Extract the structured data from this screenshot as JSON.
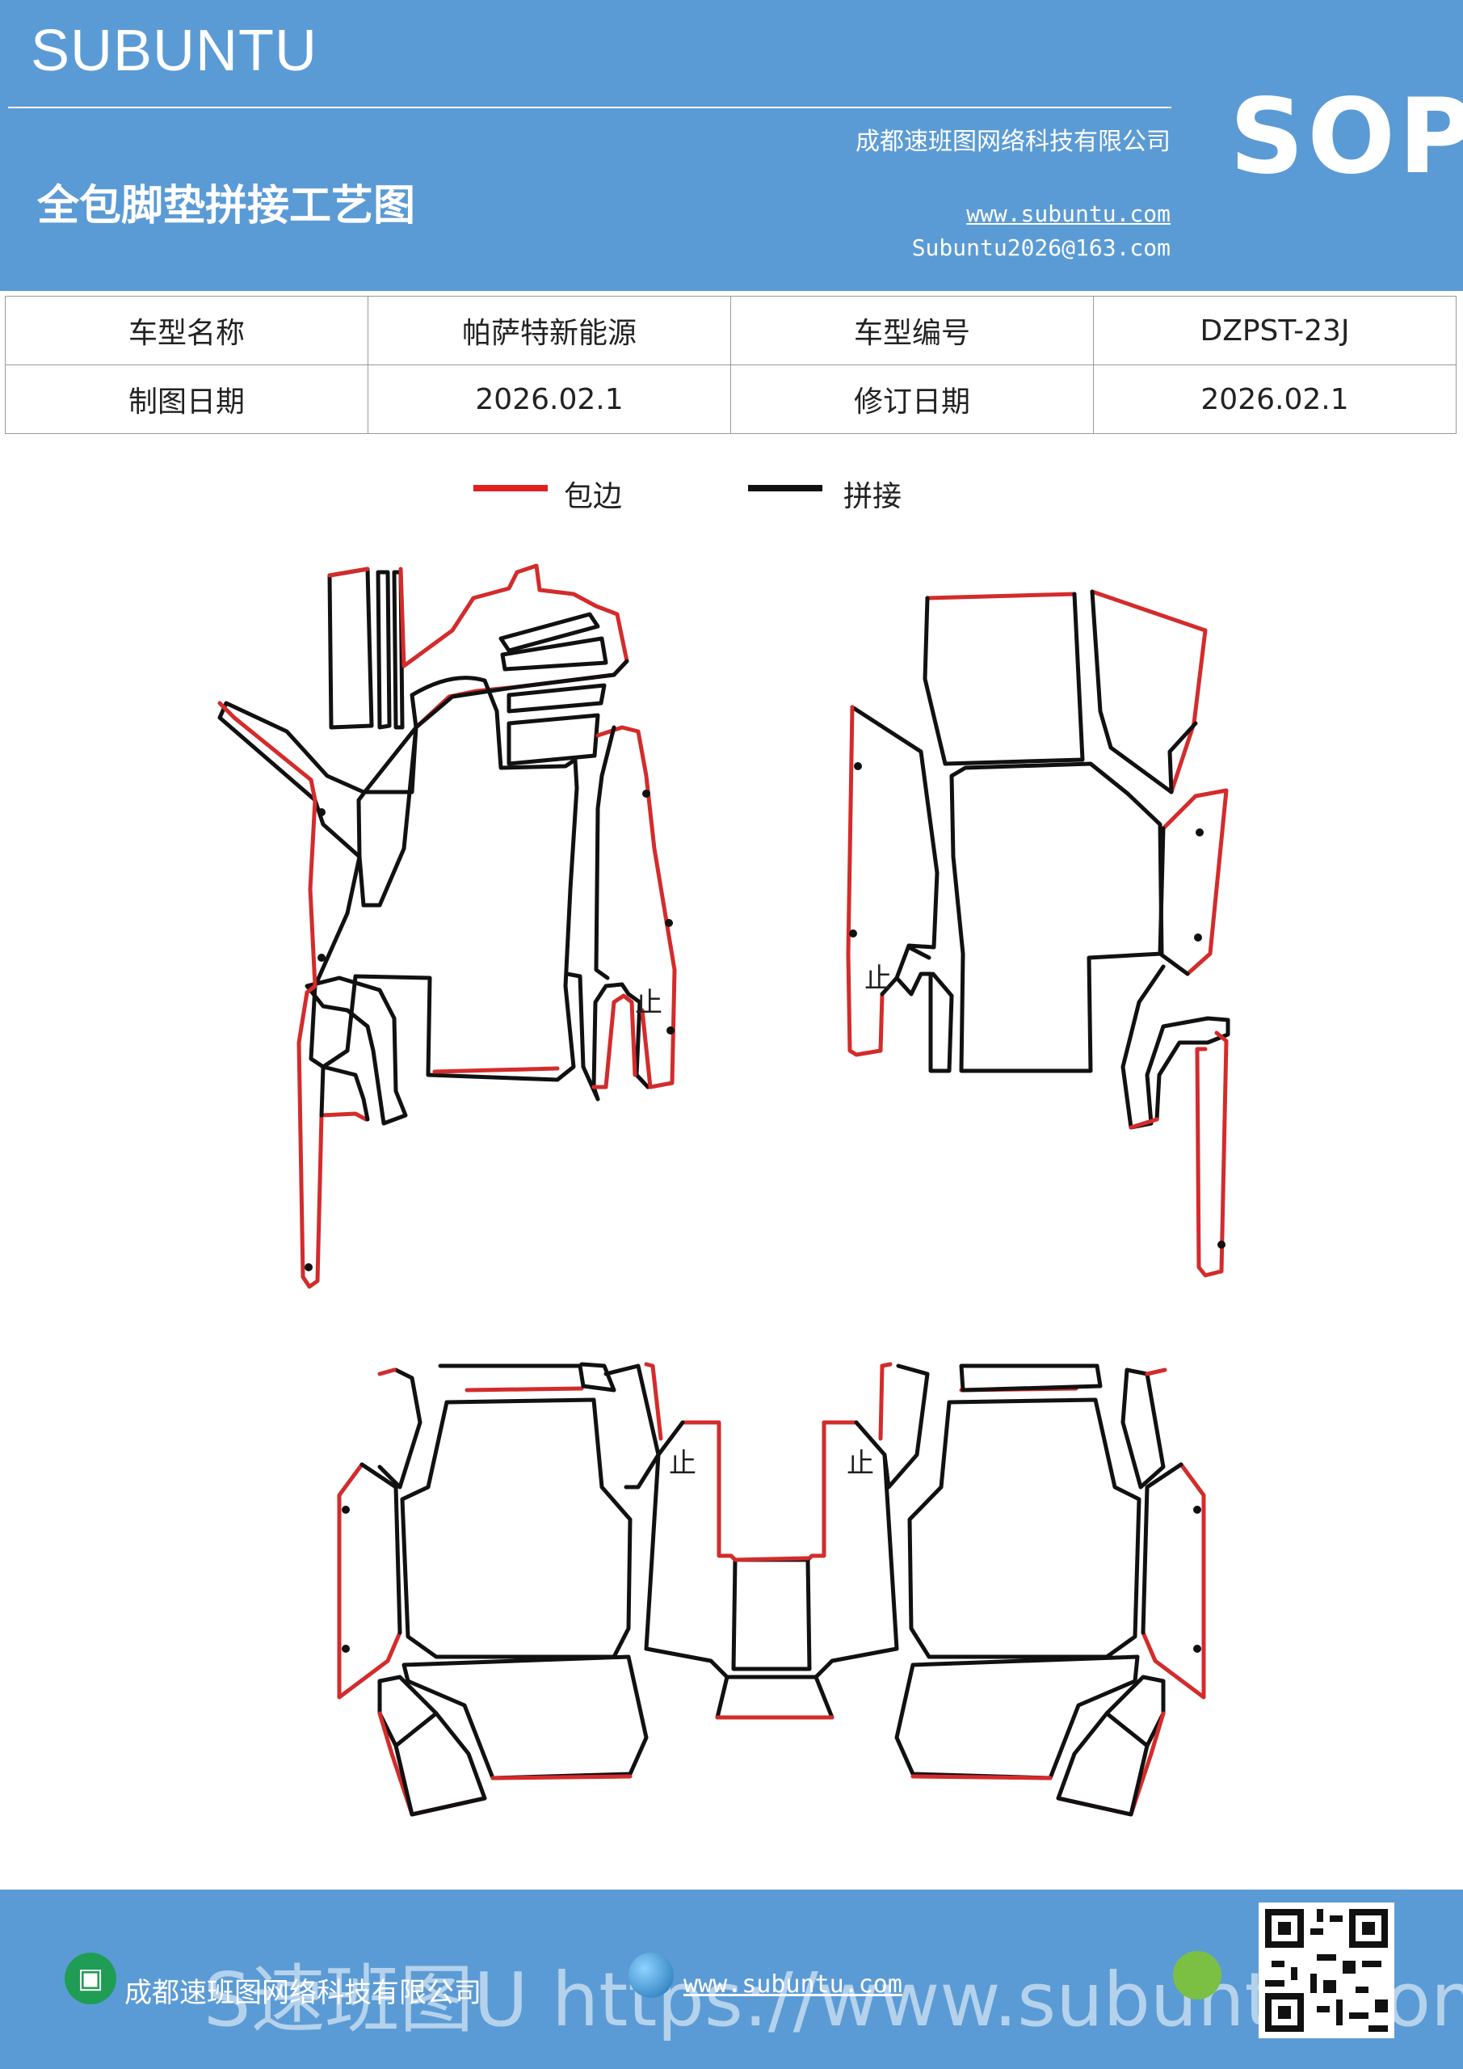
{
  "header": {
    "brand": "SUBUNTU",
    "doc_title": "全包脚垫拼接工艺图",
    "company": "成都速班图网络科技有限公司",
    "website": "www.subuntu.com",
    "email": "Subuntu2026@163.com",
    "badge": "SOP"
  },
  "info_table": {
    "rows": [
      [
        "车型名称",
        "帕萨特新能源",
        "车型编号",
        "DZPST-23J"
      ],
      [
        "制图日期",
        "2026.02.1",
        "修订日期",
        "2026.02.1"
      ]
    ]
  },
  "legend": {
    "items": [
      {
        "label": "包边",
        "color": "#e02020"
      },
      {
        "label": "拼接",
        "color": "#111111"
      }
    ]
  },
  "drawing": {
    "stop_mark": "止",
    "colors": {
      "edge": "#d42b2b",
      "seam": "#111111"
    }
  },
  "footer": {
    "company": "成都速班图网络科技有限公司",
    "url": "www.subuntu.com",
    "watermark": "S速班图U https://www.subuntu.com",
    "icons": [
      "building-icon",
      "globe-icon",
      "wechat-icon",
      "qr-code"
    ]
  }
}
